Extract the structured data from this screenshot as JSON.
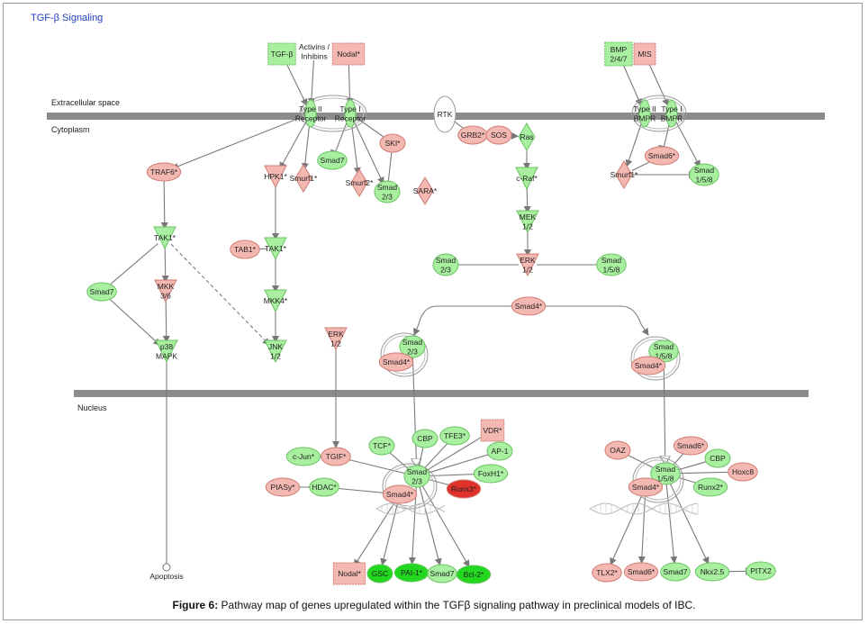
{
  "title": "TGF-β Signaling",
  "compartments": {
    "extracellular": "Extracellular space",
    "cytoplasm": "Cytoplasm",
    "nucleus": "Nucleus"
  },
  "caption": {
    "label": "Figure 6:",
    "text": " Pathway map of genes upregulated within the TGFβ signaling pathway in preclinical models of IBC."
  },
  "colors": {
    "up_light": "#f4b8b2",
    "up_strong": "#e0322a",
    "down_light": "#a8f0a0",
    "down_strong": "#22d81e",
    "membrane": "#8c8c8c",
    "title": "#1f3fbf"
  },
  "nodes": {
    "tgfb": "TGF-β",
    "activins": [
      "Activins /",
      "Inhibins"
    ],
    "nodal_top": "Nodal*",
    "bmp": [
      "BMP",
      "2/4/7"
    ],
    "mis": "MIS",
    "rec2": [
      "Type II",
      "Receptor"
    ],
    "rec1": [
      "Type I",
      "Receptor"
    ],
    "bmpr2": [
      "Type II",
      "BMPR"
    ],
    "bmpr1": [
      "Type I",
      "BMPR"
    ],
    "rtk": "RTK",
    "grb2": "GRB2*",
    "sos": "SOS",
    "ras": "Ras",
    "craf": "c-Raf*",
    "mek": [
      "MEK",
      "1/2"
    ],
    "erk_c": [
      "ERK",
      "1/2"
    ],
    "ski": "SKI*",
    "traf6": "TRAF6*",
    "hpk1": "HPK1*",
    "smurf1_l": "Smurf1*",
    "smad7_c": "Smad7",
    "smurf2": "Smurf2*",
    "smad23_top": [
      "Smad",
      "2/3"
    ],
    "sara": "SARA*",
    "smad6_c": "Smad6*",
    "smurf1_r": "Smurf1*",
    "smad158_top": [
      "Smad",
      "1/5/8"
    ],
    "tak1_l": "TAK1*",
    "tab1": "TAB1*",
    "tak1_m": "TAK1*",
    "smad7_l": "Smad7",
    "mkk36": [
      "MKK",
      "3/6"
    ],
    "mkk4": "MKK4*",
    "p38": [
      "p38",
      "MAPK"
    ],
    "jnk": [
      "JNK",
      "1/2"
    ],
    "erk_n": [
      "ERK",
      "1/2"
    ],
    "smad23_mid": [
      "Smad",
      "2/3"
    ],
    "smad158_mid": [
      "Smad",
      "1/5/8"
    ],
    "smad4_mid": "Smad4*",
    "smad23_cplx": [
      "Smad",
      "2/3"
    ],
    "smad4_cl": "Smad4*",
    "smad158_cplx": [
      "Smad",
      "1/5/8"
    ],
    "smad4_cr": "Smad4*",
    "cjun": "c-Jun*",
    "tgif": "TGIF*",
    "tcf": "TCF*",
    "cbp_l": "CBP",
    "tfe3": "TFE3*",
    "vdr": "VDR*",
    "ap1": "AP-1",
    "foxh1": "FoxH1*",
    "piasy": "PIASy*",
    "hdac": "HDAC*",
    "smad23_n": [
      "Smad",
      "2/3"
    ],
    "smad4_nl": "Smad4*",
    "runx3": "Runx3*",
    "oaz": "OAZ",
    "smad6_n": "Smad6*",
    "cbp_r": "CBP",
    "hoxc8": "Hoxc8",
    "smad158_n": [
      "Smad",
      "1/5/8"
    ],
    "smad4_nr": "Smad4*",
    "runx2": "Runx2*",
    "apoptosis": "Apoptosis",
    "nodal_b": "Nodal*",
    "gsc": "GSC",
    "pai1": "PAI-1*",
    "smad7_b": "Smad7",
    "bcl2": "Bcl-2*",
    "tlx2": "TLX2*",
    "smad6_b": "Smad6*",
    "smad7_b2": "Smad7",
    "nkx25": "Nkx2.5",
    "pitx2": "PITX2"
  }
}
